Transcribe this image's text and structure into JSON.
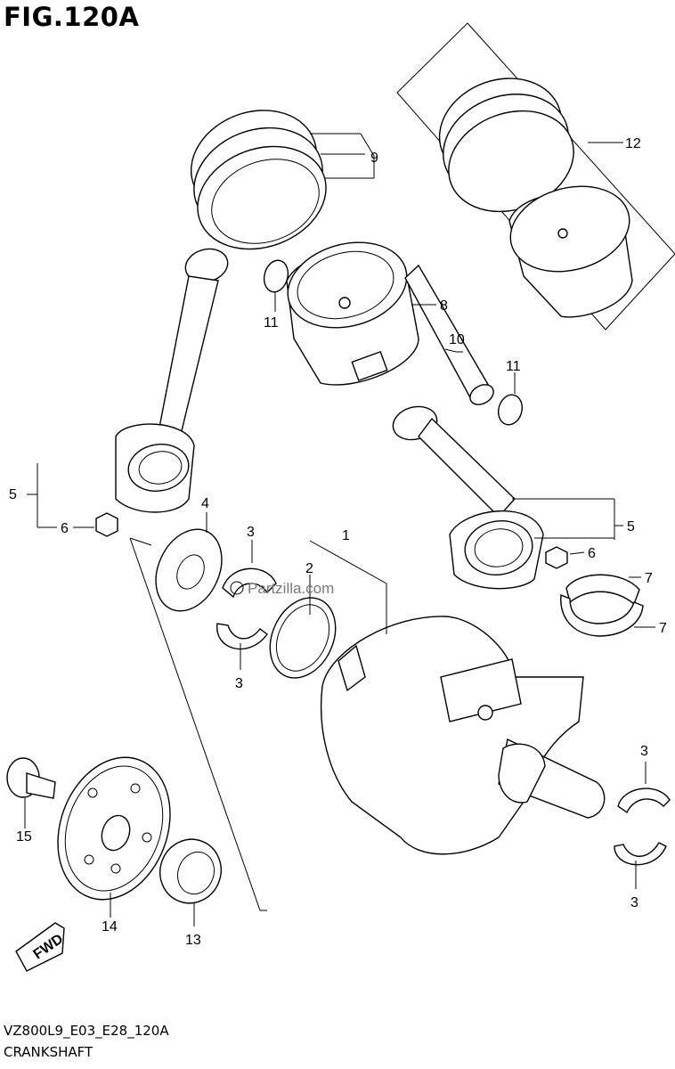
{
  "figure": {
    "title": "FIG.120A",
    "code": "VZ800L9_E03_E28_120A",
    "caption": "CRANKSHAFT",
    "watermark": "Partzilla.com"
  },
  "callouts": [
    {
      "id": "c1",
      "text": "1"
    },
    {
      "id": "c2",
      "text": "2"
    },
    {
      "id": "c3a",
      "text": "3"
    },
    {
      "id": "c3b",
      "text": "3"
    },
    {
      "id": "c3c",
      "text": "3"
    },
    {
      "id": "c3d",
      "text": "3"
    },
    {
      "id": "c4",
      "text": "4"
    },
    {
      "id": "c5a",
      "text": "5"
    },
    {
      "id": "c5b",
      "text": "5"
    },
    {
      "id": "c6a",
      "text": "6"
    },
    {
      "id": "c6b",
      "text": "6"
    },
    {
      "id": "c7a",
      "text": "7"
    },
    {
      "id": "c7b",
      "text": "7"
    },
    {
      "id": "c8",
      "text": "8"
    },
    {
      "id": "c9",
      "text": "9"
    },
    {
      "id": "c10",
      "text": "10"
    },
    {
      "id": "c11a",
      "text": "11"
    },
    {
      "id": "c11b",
      "text": "11"
    },
    {
      "id": "c12",
      "text": "12"
    },
    {
      "id": "c13",
      "text": "13"
    },
    {
      "id": "c14",
      "text": "14"
    },
    {
      "id": "c15",
      "text": "15"
    }
  ],
  "fwd_label": "FWD"
}
